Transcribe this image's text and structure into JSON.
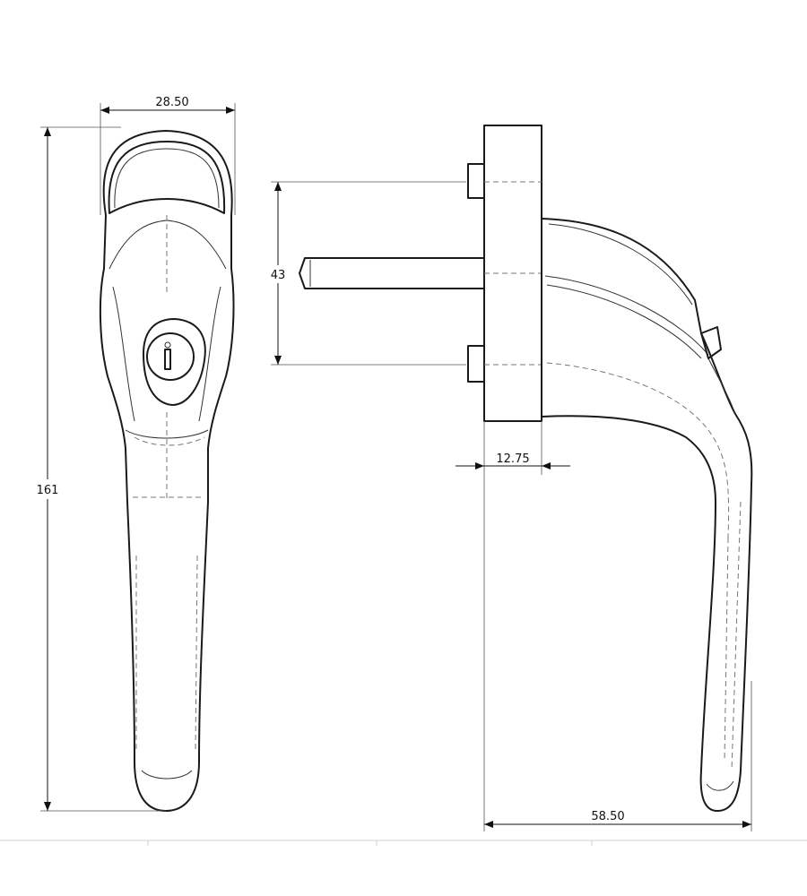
{
  "dimensions": {
    "front_width": "28.50",
    "total_height": "161",
    "spindle_spacing": "43",
    "rose_thickness": "12.75",
    "projection_depth": "58.50"
  }
}
